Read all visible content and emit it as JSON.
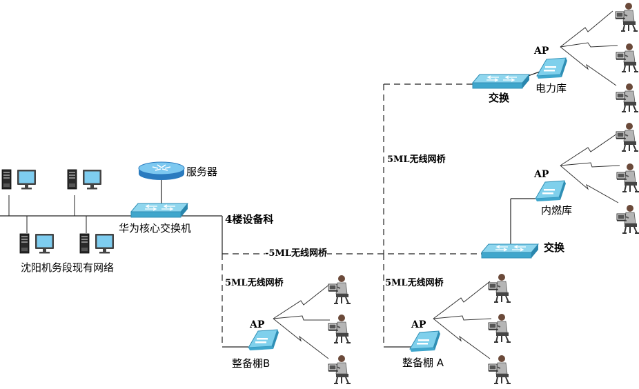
{
  "labels": {
    "server": "服务器",
    "core_switch": "华为核心交换机",
    "existing_network": "沈阳机务段现有网络",
    "floor4_dept": "4楼设备科",
    "bridge_top": "5ML无线网桥",
    "bridge_middle": "-5ML无线网桥",
    "bridge_left": "5ML无线网桥",
    "bridge_right": "5ML无线网桥",
    "switch_top": "交换",
    "switch_right": "交换",
    "depot_power": "电力库",
    "depot_combustion": "内燃库",
    "shed_b": "整备棚B",
    "shed_a": "整备棚 A",
    "ap": "AP"
  },
  "colors": {
    "switch_top": "#6cc4e0",
    "switch_side": "#2f8fb5",
    "router": "#3a8fd0",
    "ap_body": "#7fd0ec",
    "line": "#222222",
    "wireless": "#333333"
  },
  "icons": [
    "server-icon",
    "monitor-icon",
    "switch-icon",
    "router-icon",
    "ap-icon",
    "wireless-signal-icon",
    "user-workstation-icon"
  ]
}
